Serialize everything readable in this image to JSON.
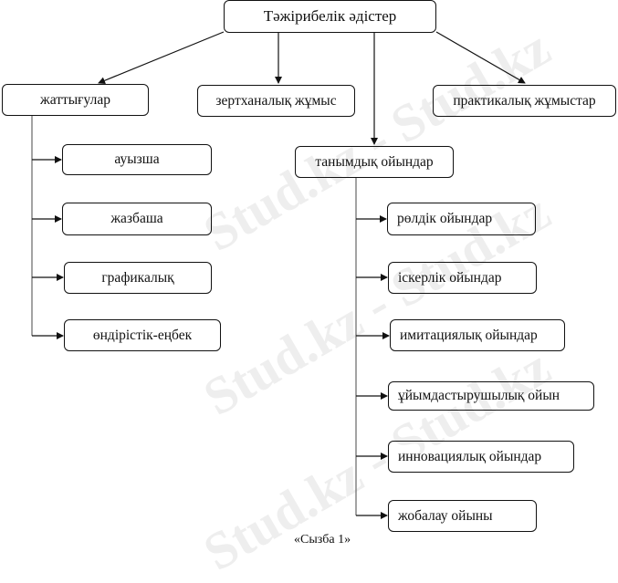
{
  "diagram": {
    "root": "Тәжірибелік әдістер",
    "branches": {
      "exercises": "жаттығулар",
      "lab_work": "зертханалық жұмыс",
      "practical_work": "практикалық жұмыстар",
      "cognitive_games": "танымдық ойындар"
    },
    "exercise_types": [
      "ауызша",
      "жазбаша",
      "графикалық",
      "өндірістік-еңбек"
    ],
    "game_types": [
      "рөлдік ойындар",
      "іскерлік ойындар",
      "имитациялық ойындар",
      "ұйымдастырушылық ойын",
      "инновациялық ойындар",
      "жобалау ойыны"
    ],
    "caption": "«Сызба 1»"
  },
  "colors": {
    "line": "#111111",
    "watermark": "#a0a0a0"
  }
}
